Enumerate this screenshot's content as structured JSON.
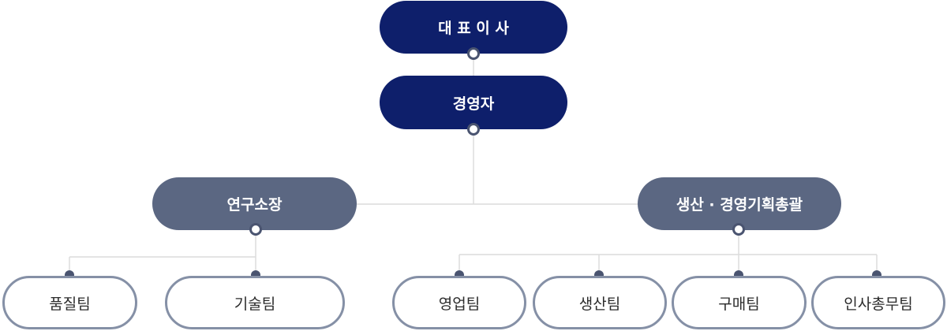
{
  "ceo": {
    "label": "대 표 이 사"
  },
  "executive": {
    "label": "경영자"
  },
  "divisions": [
    {
      "label": "연구소장"
    },
    {
      "label": "생산 · 경영기획총괄"
    }
  ],
  "teams": [
    {
      "label": "품질팀"
    },
    {
      "label": "기술팀"
    },
    {
      "label": "영업팀"
    },
    {
      "label": "생산팀"
    },
    {
      "label": "구매팀"
    },
    {
      "label": "인사총무팀"
    }
  ],
  "colors": {
    "top_node": "#0e1f6b",
    "division_node": "#5b6782",
    "team_border": "#8590a6",
    "connector": "#dddddd",
    "dot": "#4a5470"
  }
}
